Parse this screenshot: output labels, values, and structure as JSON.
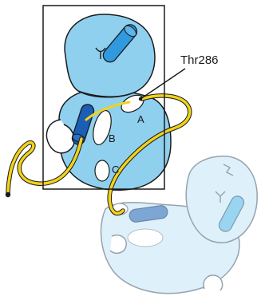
{
  "labels": {
    "residue": "Thr286",
    "site_a": "A",
    "site_b": "B",
    "site_c": "C"
  },
  "colors": {
    "subunit_fill": "#8fd0ef",
    "subunit_stroke": "#1a1a1a",
    "faded_fill": "#dbeff9",
    "faded_stroke": "#8a9aa5",
    "helix_light": "#2f9ae0",
    "helix_dark": "#1b5eb5",
    "linker": "#f2d21b",
    "frame": "#1a1a1a"
  },
  "icons": [
    "inset-frame",
    "kinase-subunit",
    "ghost-subunit",
    "helix-cylinder",
    "linker-chain"
  ]
}
